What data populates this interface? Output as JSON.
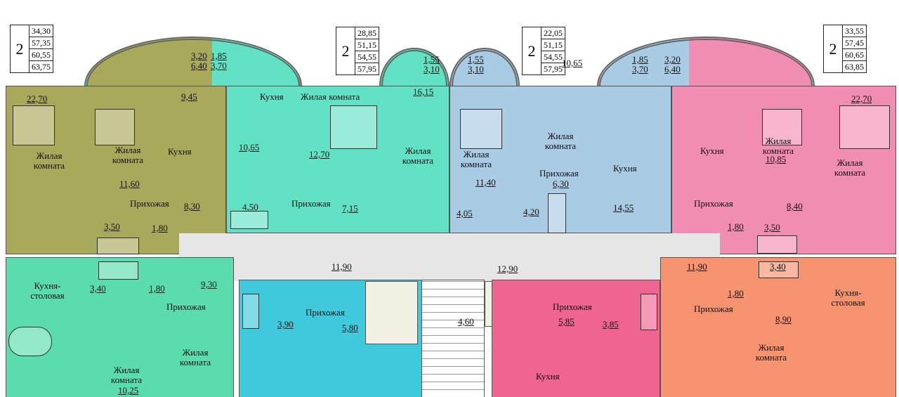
{
  "colors": {
    "olive": "#a9a95c",
    "teal": "#62e2c4",
    "blue": "#a9cbe3",
    "pink": "#f18db3",
    "green": "#5bdcae",
    "cyan": "#3fc9dc",
    "hotpink": "#f0658f",
    "orange": "#f8936f",
    "corridor": "#e6e6e6"
  },
  "units": [
    {
      "rooms": "2",
      "areas": [
        "34,30",
        "57,35",
        "60,55",
        "63,75"
      ]
    },
    {
      "rooms": "2",
      "areas": [
        "28,85",
        "51,15",
        "54,55",
        "57,95"
      ]
    },
    {
      "rooms": "2",
      "areas": [
        "22,05",
        "51,15",
        "54,55",
        "57,95"
      ]
    },
    {
      "rooms": "2",
      "areas": [
        "33,55",
        "57,45",
        "60,65",
        "63,85"
      ]
    }
  ],
  "balconies": [
    {
      "a": "3,20",
      "b": "6,40"
    },
    {
      "a": "1,85",
      "b": "3,70"
    },
    {
      "a": "1,55",
      "b": "3,10"
    },
    {
      "a": "1,55",
      "b": "3,10"
    },
    {
      "a": "1,85",
      "b": "3,70"
    },
    {
      "a": "3,20",
      "b": "6,40"
    }
  ],
  "corridor": {
    "c1": "11,90",
    "c2": "12,90",
    "c3": "11,90",
    "stair": "4,60",
    "top": "10,65"
  },
  "top_left": {
    "a1": "22,70",
    "a2": "9,45",
    "r1": "Жилая комната",
    "r2": "Жилая комната",
    "k": "Кухня",
    "a3": "11,60",
    "h": "Прихожая",
    "a4": "8,30",
    "a5": "3,50",
    "a6": "1,80"
  },
  "top_mid_left": {
    "k": "Кухня",
    "r1": "Жилая комната",
    "a1": "16,15",
    "a2": "10,65",
    "a3": "12,70",
    "r2": "Жилая комната",
    "a4": "4,50",
    "h": "Прихожая",
    "a5": "7,15"
  },
  "top_mid_right": {
    "r1": "Жилая комната",
    "r2": "Жилая комната",
    "a1": "11,40",
    "h": "Прихожая",
    "a2": "6,30",
    "k": "Кухня",
    "a3": "4,05",
    "a4": "4,20",
    "a5": "14,55"
  },
  "top_right": {
    "k": "Кухня",
    "r1": "Жилая комната",
    "a1": "10,85",
    "r2": "Жилая комната",
    "a2": "22,70",
    "h": "Прихожая",
    "a3": "8,40",
    "a4": "1,80",
    "a5": "3,50"
  },
  "bottom_left": {
    "k": "Кухня-столовая",
    "a1": "3,40",
    "a2": "1,80",
    "a3": "9,30",
    "h": "Прихожая",
    "r1": "Жилая комната",
    "r2": "Жилая комната",
    "a4": "10,25"
  },
  "bottom_mid_left": {
    "a1": "3,90",
    "h": "Прихожая",
    "a2": "5,80"
  },
  "bottom_mid_right": {
    "h": "Прихожая",
    "a1": "5,85",
    "a2": "3,85",
    "k": "Кухня"
  },
  "bottom_right": {
    "a1": "3,40",
    "a2": "1,80",
    "k": "Кухня-столовая",
    "h": "Прихожая",
    "a3": "8,90",
    "r": "Жилая комната"
  }
}
